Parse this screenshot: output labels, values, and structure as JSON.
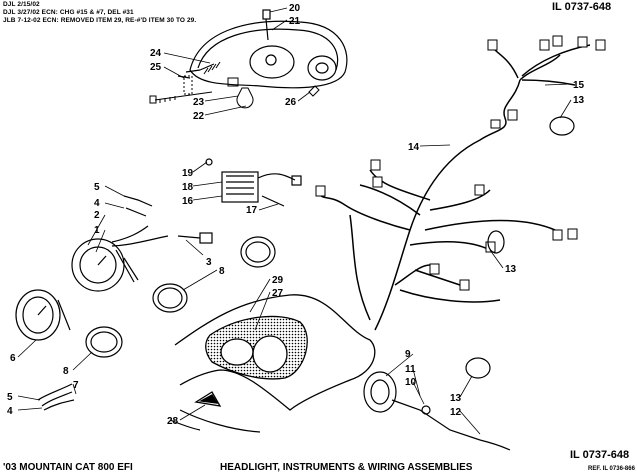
{
  "revision_notes": [
    "DJL 2/15/02",
    "DJL 3/27/02 ECN: CHG #15 & #7, DEL #31",
    "JLB 7-12-02 ECN: REMOVED ITEM 29, RE-#'D ITEM 30 TO 29."
  ],
  "illustration_code_top": "IL 0737-648",
  "illustration_code_bottom": "IL 0737-648",
  "reference_code": "REF. IL 0736-866",
  "model_title": "'03 MOUNTAIN CAT 800 EFI",
  "assembly_title": "HEADLIGHT, INSTRUMENTS & WIRING ASSEMBLIES",
  "callouts": {
    "c1": "1",
    "c2": "2",
    "c3": "3",
    "c4a": "4",
    "c4b": "4",
    "c5a": "5",
    "c5b": "5",
    "c6": "6",
    "c7": "7",
    "c8a": "8",
    "c8b": "8",
    "c9": "9",
    "c10": "10",
    "c11": "11",
    "c12": "12",
    "c13a": "13",
    "c13b": "13",
    "c13c": "13",
    "c14": "14",
    "c15": "15",
    "c16": "16",
    "c17": "17",
    "c18": "18",
    "c19": "19",
    "c20": "20",
    "c21": "21",
    "c22": "22",
    "c23": "23",
    "c24": "24",
    "c25": "25",
    "c26": "26",
    "c27": "27",
    "c28": "28",
    "c29": "29"
  }
}
